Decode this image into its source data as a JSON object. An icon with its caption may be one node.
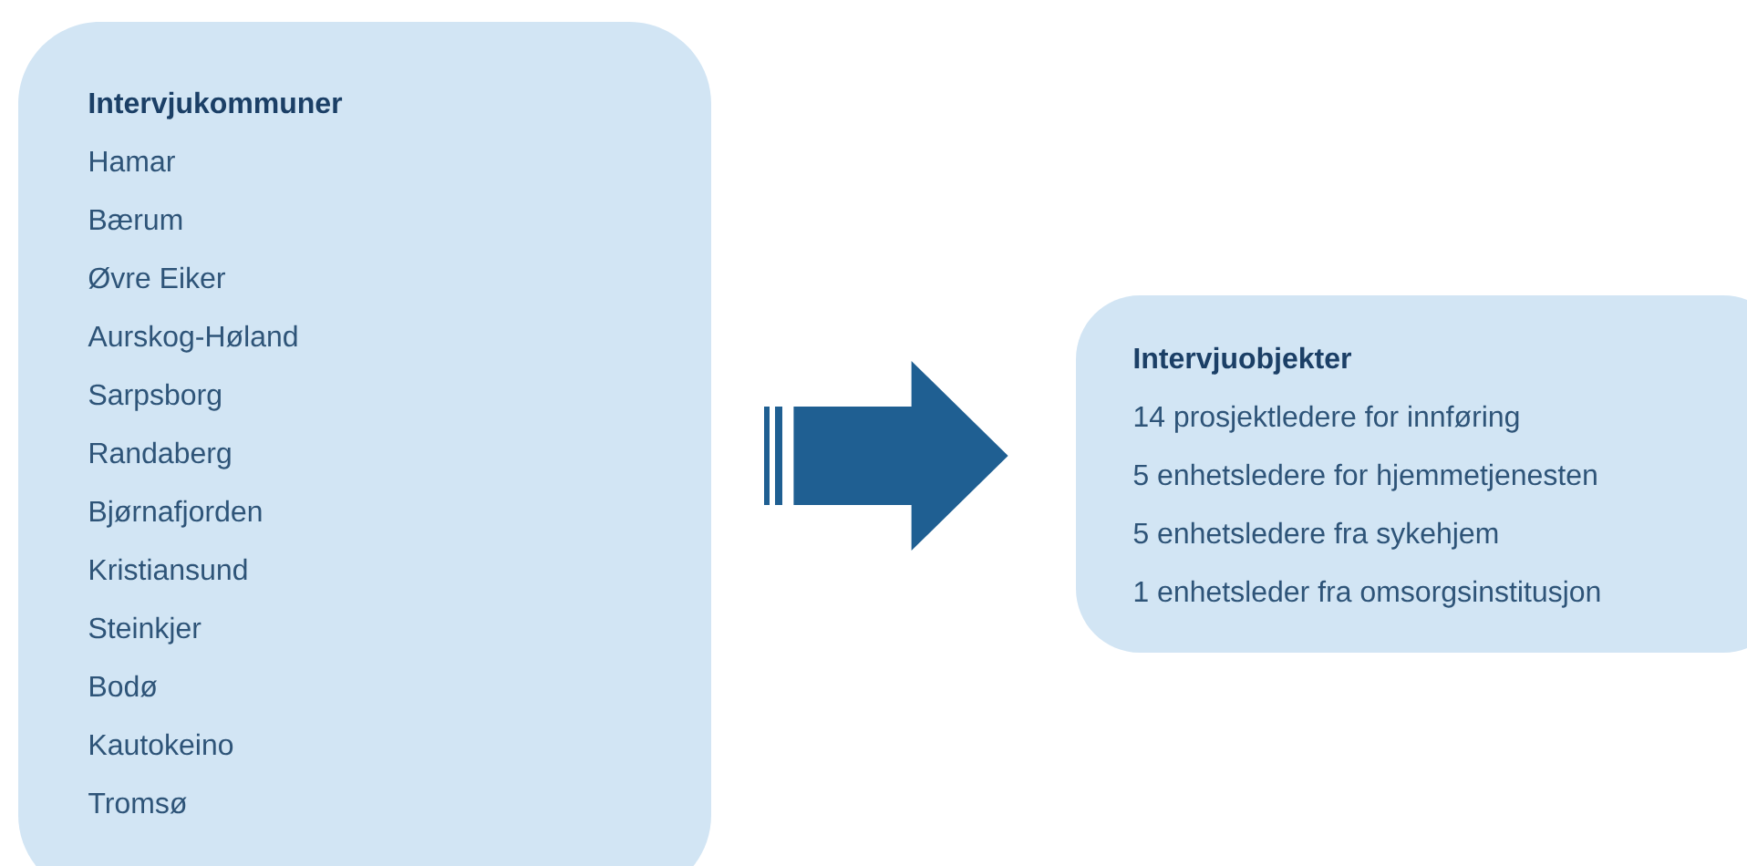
{
  "diagram": {
    "nodes": [
      {
        "text": [
          "Intervjukommuner",
          "Hamar",
          "Bærum",
          "Øvre Eiker",
          "Aurskog-Høland",
          "Sarpsborg",
          "Randaberg",
          "Bjørnafjorden",
          "Kristiansund",
          "Steinkjer",
          "Bodø",
          "Kautokeino",
          "Tromsø"
        ]
      },
      {
        "text": [
          "Intervjuobjekter",
          "14 prosjektledere for innføring",
          "5 enhetsledere for hjemmetjenesten",
          "5 enhetsledere fra sykehjem",
          "1 enhetsleder fra omsorgsinstitusjon"
        ]
      }
    ],
    "edges": [
      {
        "from": 0,
        "to": 1,
        "arrow": "to"
      }
    ]
  }
}
